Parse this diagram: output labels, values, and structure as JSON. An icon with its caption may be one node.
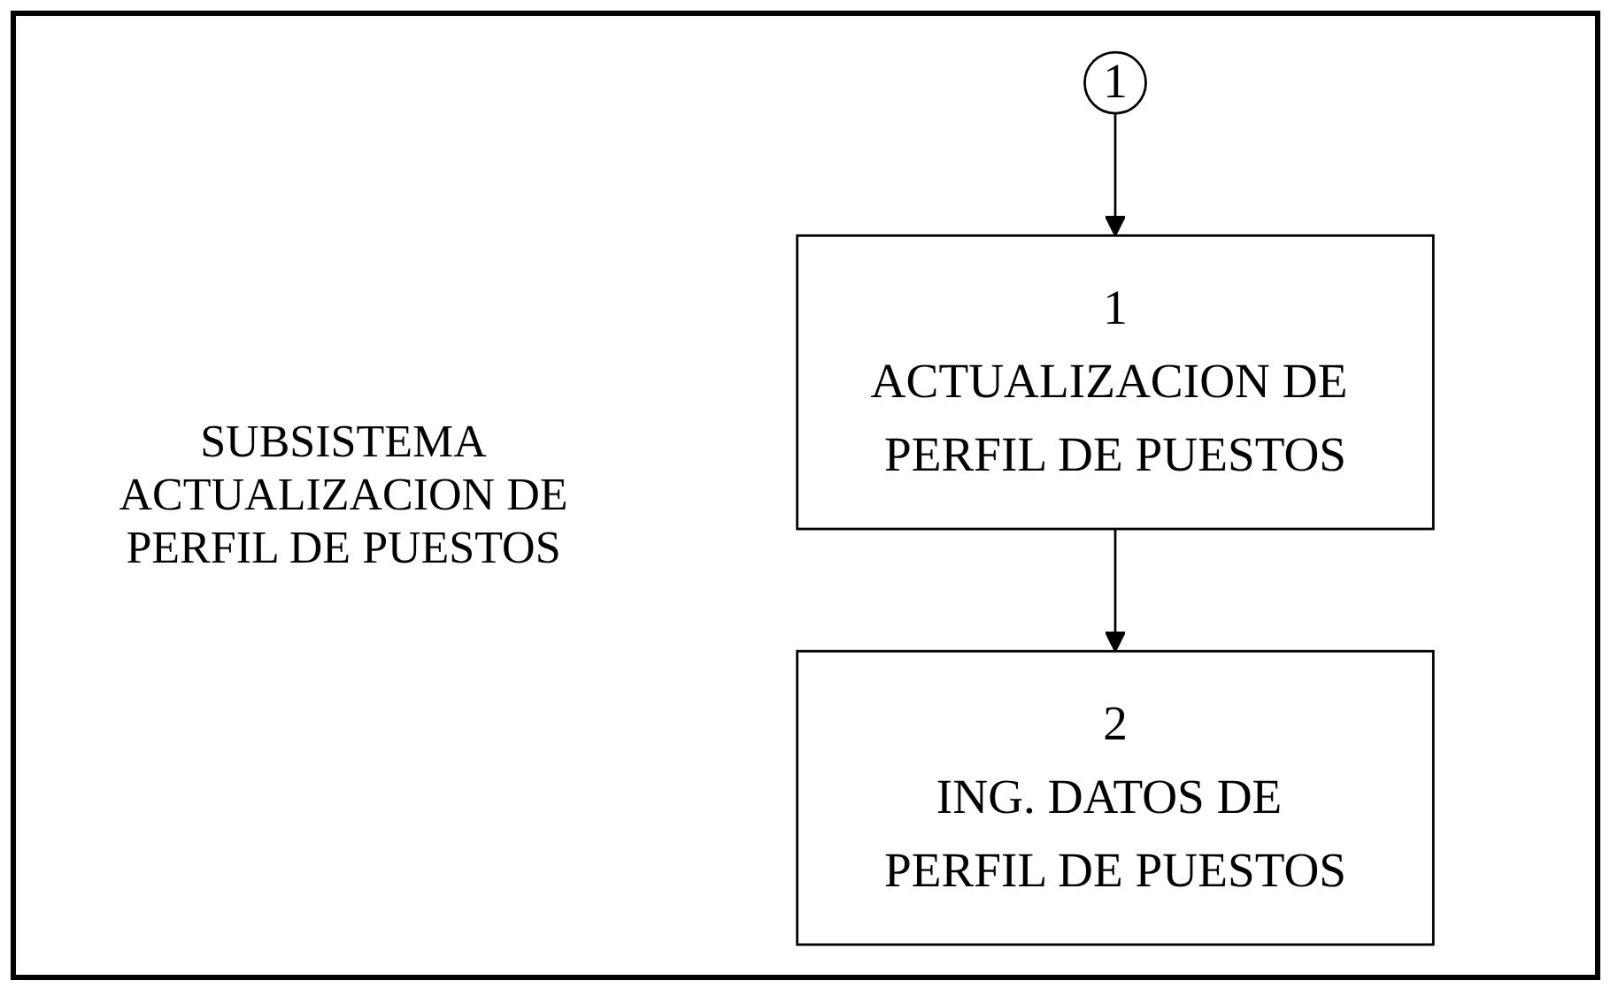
{
  "diagram": {
    "title": "SUBSISTEMA ACTUALIZACION DE PERFIL DE PUESTOS",
    "nodes": [
      {
        "text": [
          "1"
        ]
      },
      {
        "text": [
          "1",
          "ACTUALIZACION DE PERFIL DE PUESTOS"
        ]
      },
      {
        "text": [
          "2",
          "ING. DATOS DE PERFIL DE PUESTOS"
        ]
      }
    ],
    "edges": [
      {
        "from": 0,
        "to": 1,
        "arrow": "to"
      },
      {
        "from": 1,
        "to": 2,
        "arrow": "to"
      }
    ]
  }
}
